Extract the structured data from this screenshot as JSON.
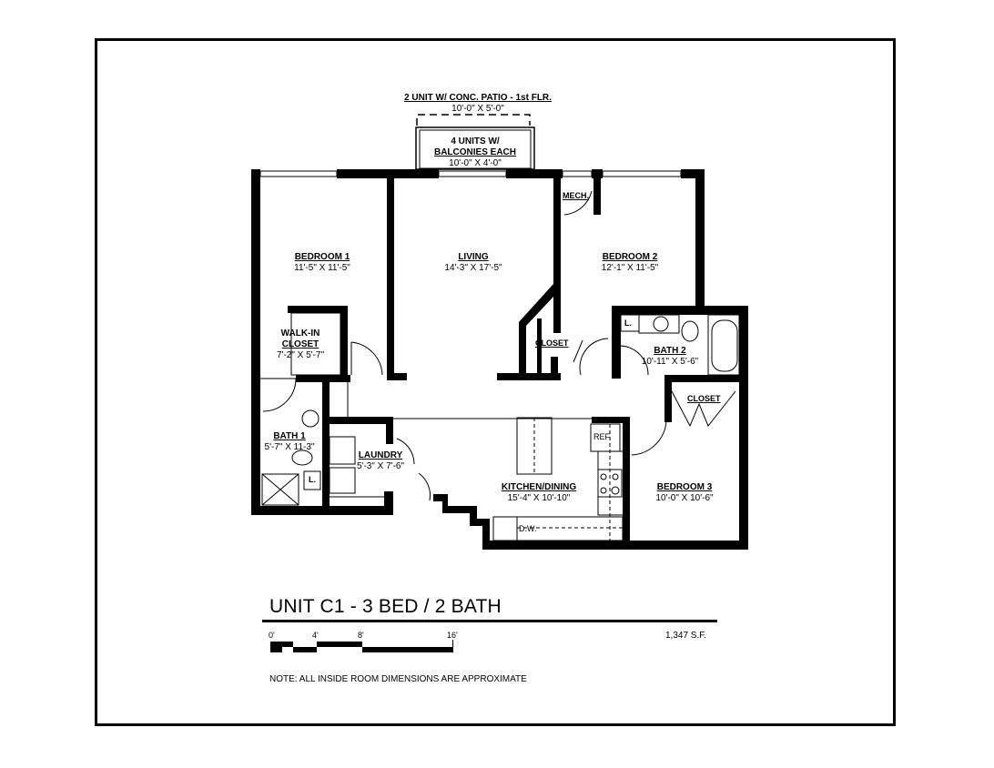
{
  "balcony": {
    "patio_label": "2 UNIT W/ CONC. PATIO - 1st FLR.",
    "patio_dim": "10'-0\" X 5'-0\"",
    "balcony_label_1": "4 UNITS W/",
    "balcony_label_2": "BALCONIES  EACH",
    "balcony_dim": "10'-0\" X 4'-0\""
  },
  "rooms": {
    "bedroom1": {
      "name": "BEDROOM 1",
      "dim": "11'-5\" X 11'-5\""
    },
    "living": {
      "name": "LIVING",
      "dim": "14'-3\" X 17'-5\""
    },
    "bedroom2": {
      "name": "BEDROOM 2",
      "dim": "12'-1\" X 11'-5\""
    },
    "mech": {
      "name": "MECH."
    },
    "walkin": {
      "name1": "WALK-IN",
      "name2": "CLOSET",
      "dim": "7'-2\" X 5'-7\""
    },
    "closet_living": {
      "name": "CLOSET"
    },
    "bath2": {
      "name": "BATH 2",
      "dim": "10'-11\" X 5'-6\""
    },
    "closet_bed3": {
      "name": "CLOSET"
    },
    "bath1": {
      "name": "BATH 1",
      "dim": "5'-7\" X 11-3\""
    },
    "laundry": {
      "name": "LAUNDRY",
      "dim": "5'-3\" X 7'-6\""
    },
    "kitchen": {
      "name": "KITCHEN/DINING",
      "dim": "15'-4\" X 10'-10\""
    },
    "bedroom3": {
      "name": "BEDROOM 3",
      "dim": "10'-0\" X 10'-6\""
    }
  },
  "fixtures": {
    "ref": "REF.",
    "dw": "D.W.",
    "linen1": "L.",
    "linen2": "L."
  },
  "footer": {
    "title": "UNIT C1 - 3 BED / 2 BATH",
    "scale": [
      "0'",
      "4'",
      "8'",
      "16'"
    ],
    "area": "1,347 S.F.",
    "note": "NOTE: ALL INSIDE ROOM DIMENSIONS ARE APPROXIMATE"
  }
}
